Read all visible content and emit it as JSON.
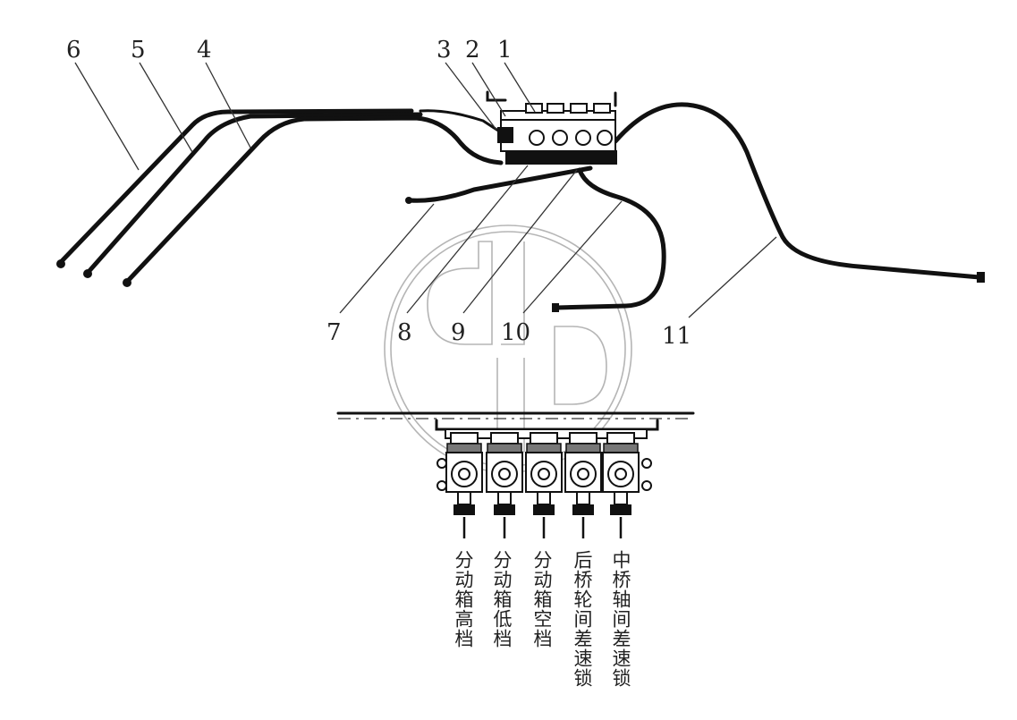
{
  "callouts": [
    "1",
    "2",
    "3",
    "4",
    "5",
    "6",
    "7",
    "8",
    "9",
    "10",
    "11"
  ],
  "valve_labels": [
    "分动箱高档",
    "分动箱低档",
    "分动箱空档",
    "后桥轮间差速锁",
    "中桥轴间差速锁"
  ],
  "colors": {
    "line": "#111111",
    "watermark": "#b5b5b5",
    "background": "#ffffff"
  }
}
